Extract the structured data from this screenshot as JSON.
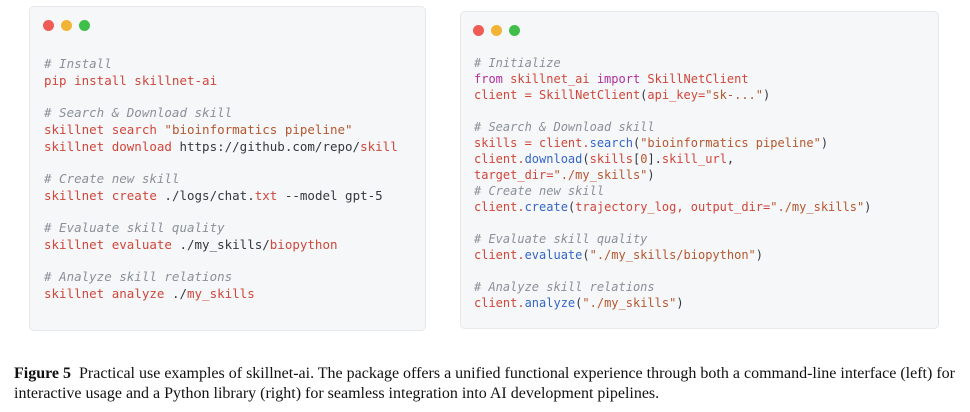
{
  "window_dots": [
    "#ee5c55",
    "#f2b437",
    "#3fbe4a"
  ],
  "left_code": {
    "lines": [
      [
        {
          "t": "comment",
          "v": "# Install"
        }
      ],
      [
        {
          "t": "cmd",
          "v": "pip install skillnet-ai"
        }
      ],
      [],
      [
        {
          "t": "comment",
          "v": "# Search & Download skill"
        }
      ],
      [
        {
          "t": "cmd",
          "v": "skillnet search "
        },
        {
          "t": "str",
          "v": "\"bioinformatics pipeline\""
        }
      ],
      [
        {
          "t": "cmd",
          "v": "skillnet download "
        },
        {
          "t": "text",
          "v": "https://github.com/repo/"
        },
        {
          "t": "cmd",
          "v": "skill"
        }
      ],
      [],
      [
        {
          "t": "comment",
          "v": "# Create new skill"
        }
      ],
      [
        {
          "t": "cmd",
          "v": "skillnet create "
        },
        {
          "t": "text",
          "v": "./logs/chat."
        },
        {
          "t": "cmd",
          "v": "txt"
        },
        {
          "t": "text",
          "v": " --model gpt-5"
        }
      ],
      [],
      [
        {
          "t": "comment",
          "v": "# Evaluate skill quality"
        }
      ],
      [
        {
          "t": "cmd",
          "v": "skillnet evaluate "
        },
        {
          "t": "text",
          "v": "./my_skills/"
        },
        {
          "t": "cmd",
          "v": "biopython"
        }
      ],
      [],
      [
        {
          "t": "comment",
          "v": "# Analyze skill relations"
        }
      ],
      [
        {
          "t": "cmd",
          "v": "skillnet analyze "
        },
        {
          "t": "text",
          "v": "./"
        },
        {
          "t": "cmd",
          "v": "my_skills"
        }
      ]
    ]
  },
  "right_code": {
    "lines": [
      [
        {
          "t": "comment",
          "v": "# Initialize"
        }
      ],
      [
        {
          "t": "kw",
          "v": "from "
        },
        {
          "t": "cmd",
          "v": "skillnet_ai "
        },
        {
          "t": "kw",
          "v": "import "
        },
        {
          "t": "cmd",
          "v": "SkillNetClient"
        }
      ],
      [
        {
          "t": "cmd",
          "v": "client = SkillNetClient"
        },
        {
          "t": "text",
          "v": "("
        },
        {
          "t": "cmd",
          "v": "api_key="
        },
        {
          "t": "str",
          "v": "\"sk-...\""
        },
        {
          "t": "text",
          "v": ")"
        }
      ],
      [],
      [
        {
          "t": "comment",
          "v": "# Search & Download skill"
        }
      ],
      [
        {
          "t": "cmd",
          "v": "skills = client."
        },
        {
          "t": "fn",
          "v": "search"
        },
        {
          "t": "text",
          "v": "("
        },
        {
          "t": "str",
          "v": "\"bioinformatics pipeline\""
        },
        {
          "t": "text",
          "v": ")"
        }
      ],
      [
        {
          "t": "cmd",
          "v": "client."
        },
        {
          "t": "fn",
          "v": "download"
        },
        {
          "t": "text",
          "v": "("
        },
        {
          "t": "cmd",
          "v": "skills"
        },
        {
          "t": "text",
          "v": "["
        },
        {
          "t": "num",
          "v": "0"
        },
        {
          "t": "text",
          "v": "]."
        },
        {
          "t": "cmd",
          "v": "skill_url"
        },
        {
          "t": "text",
          "v": ","
        }
      ],
      [
        {
          "t": "cmd",
          "v": "target_dir="
        },
        {
          "t": "str",
          "v": "\"./my_skills\""
        },
        {
          "t": "text",
          "v": ")"
        }
      ],
      [
        {
          "t": "comment",
          "v": "# Create new skill"
        }
      ],
      [
        {
          "t": "cmd",
          "v": "client."
        },
        {
          "t": "fn",
          "v": "create"
        },
        {
          "t": "text",
          "v": "("
        },
        {
          "t": "cmd",
          "v": "trajectory_log, output_dir="
        },
        {
          "t": "str",
          "v": "\"./my_skills\""
        },
        {
          "t": "text",
          "v": ")"
        }
      ],
      [],
      [
        {
          "t": "comment",
          "v": "# Evaluate skill quality"
        }
      ],
      [
        {
          "t": "cmd",
          "v": "client."
        },
        {
          "t": "fn",
          "v": "evaluate"
        },
        {
          "t": "text",
          "v": "("
        },
        {
          "t": "str",
          "v": "\"./my_skills/biopython\""
        },
        {
          "t": "text",
          "v": ")"
        }
      ],
      [],
      [
        {
          "t": "comment",
          "v": "# Analyze skill relations"
        }
      ],
      [
        {
          "t": "cmd",
          "v": "client."
        },
        {
          "t": "fn",
          "v": "analyze"
        },
        {
          "t": "text",
          "v": "("
        },
        {
          "t": "str",
          "v": "\"./my_skills\""
        },
        {
          "t": "text",
          "v": ")"
        }
      ]
    ]
  },
  "caption": {
    "label": "Figure 5",
    "text": "Practical use examples of skillnet-ai.  The package offers a unified functional experience through both a command-line interface (left) for interactive usage and a Python library (right) for seamless integration into AI development pipelines."
  }
}
